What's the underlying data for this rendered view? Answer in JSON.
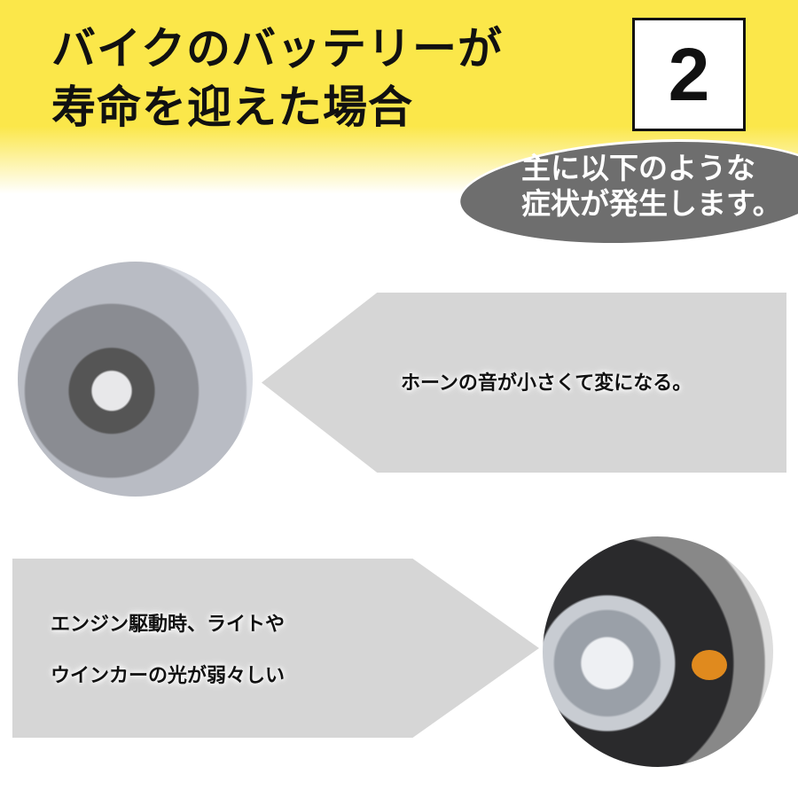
{
  "header": {
    "title_line1": "バイクのバッテリーが",
    "title_line2": "寿命を迎えた場合",
    "number": "2",
    "subtitle_line1": "主に以下のような",
    "subtitle_line2": "症状が発生します。"
  },
  "items": [
    {
      "text": "ホーンの音が小さくて変になる。",
      "photo": "motorcycle-handlebar-meters"
    },
    {
      "text_line1": "エンジン駆動時、ライトや",
      "text_line2": "ウインカーの光が弱々しい",
      "photo": "motorcycle-headlight-turn-signal"
    }
  ],
  "colors": {
    "banner": "#fbe74a",
    "ellipse": "#6e6e6e",
    "arrow": "#d6d6d6"
  }
}
